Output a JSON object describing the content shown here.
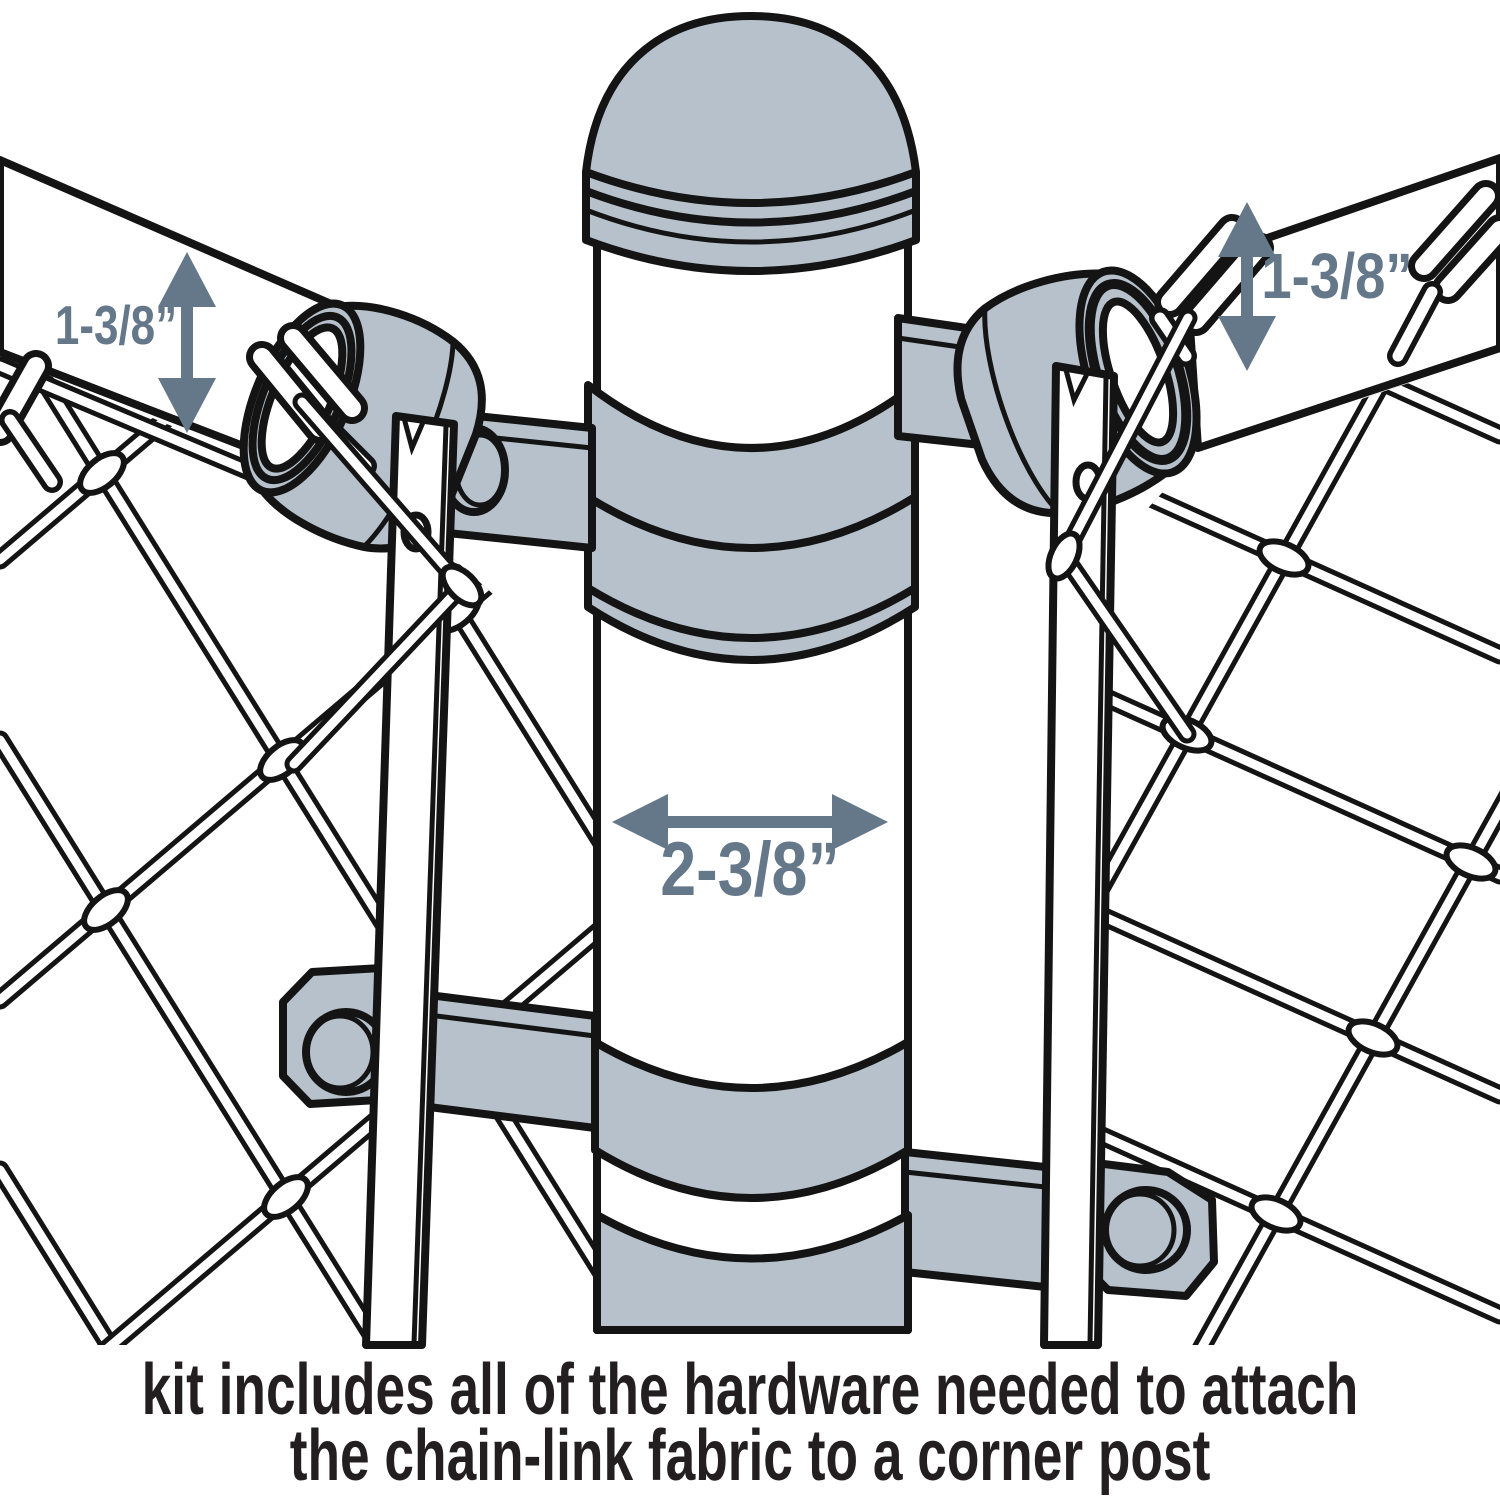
{
  "figure": {
    "background": "#ffffff",
    "colors": {
      "outline": "#141414",
      "metal": "#b6c1cb",
      "dimension": "#64788a",
      "caption": "#231f20",
      "background": "#ffffff"
    },
    "dimensions": {
      "left_rail": "1-3/8”",
      "right_rail": "1-3/8”",
      "post": "2-3/8”"
    },
    "caption": {
      "line1": "kit includes all of the hardware needed to attach",
      "line2": "the chain-link fabric to a corner post"
    }
  }
}
